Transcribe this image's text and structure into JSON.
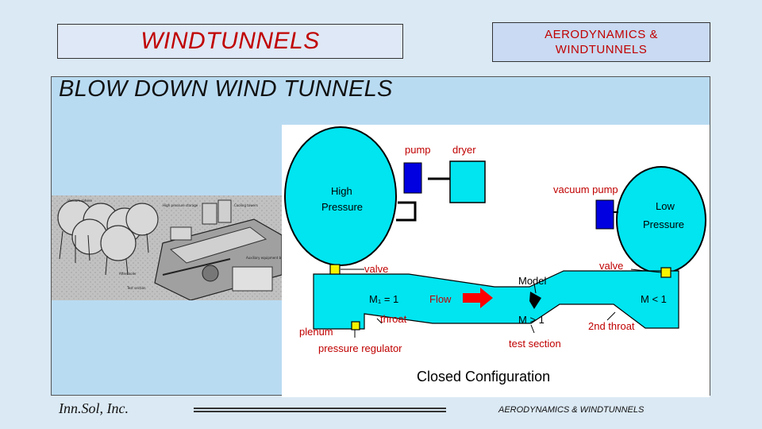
{
  "slide": {
    "title": "WINDTUNNELS",
    "header_badge": "AERODYNAMICS &\nWINDTUNNELS",
    "subtitle": "BLOW DOWN WIND TUNNELS",
    "footer_left": "Inn.Sol, Inc.",
    "footer_right": "AERODYNAMICS & WINDTUNNELS"
  },
  "diagram": {
    "labels": {
      "pump": "pump",
      "dryer": "dryer",
      "high": "High",
      "pressure_high": "Pressure",
      "vacuum_pump": "vacuum pump",
      "low": "Low",
      "pressure_low": "Pressure",
      "valve_left": "valve",
      "valve_right": "valve",
      "model": "Model",
      "m1": "M₁ = 1",
      "flow": "Flow",
      "m_lt_1": "M < 1",
      "throat": "throat",
      "m_gt_1": "M > 1",
      "second_throat": "2nd throat",
      "plenum": "plenum",
      "pressure_regulator": "pressure  regulator",
      "test_section": "test section",
      "caption": "Closed  Configuration"
    },
    "colors": {
      "tank": "#00e5f0",
      "pump": "#0000e0",
      "valve": "#f5f500",
      "label_red": "#c00000",
      "arrow": "#ff0000"
    }
  }
}
